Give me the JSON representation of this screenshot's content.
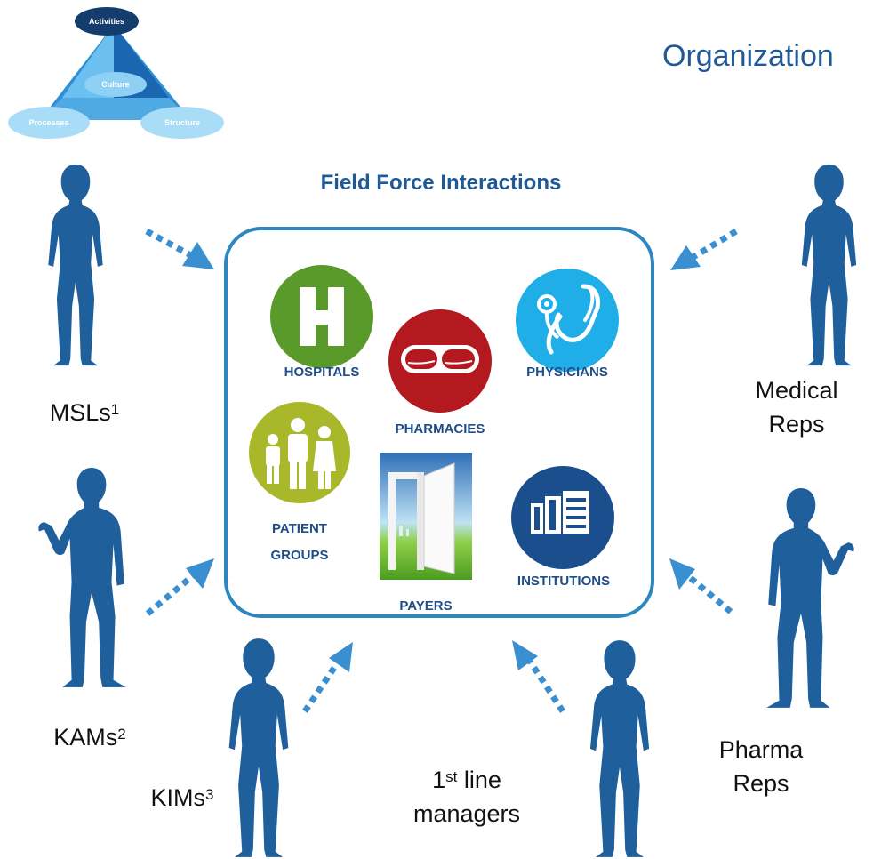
{
  "triangle": {
    "top": "Activities",
    "center": "Culture",
    "left": "Processes",
    "right": "Structure"
  },
  "header": {
    "section": "Organization",
    "title": "Field Force Interactions"
  },
  "roles": {
    "msls": {
      "label": "MSLs",
      "sup": "1"
    },
    "kams": {
      "label": "KAMs",
      "sup": "2"
    },
    "kims": {
      "label": "KIMs",
      "sup": "3"
    },
    "managers": {
      "line1_prefix": "1",
      "line1_sup": "st",
      "line1_suffix": " line",
      "line2": "managers"
    },
    "medical_reps": {
      "line1": "Medical",
      "line2": "Reps"
    },
    "pharma_reps": {
      "line1": "Pharma",
      "line2": "Reps"
    }
  },
  "categories": {
    "hospitals": "HOSPITALS",
    "pharmacies": "PHARMACIES",
    "physicians": "PHYSICIANS",
    "patient_groups_1": "PATIENT",
    "patient_groups_2": "GROUPS",
    "payers": "PAYERS",
    "institutions": "INSTITUTIONS"
  },
  "colors": {
    "primary_blue": "#1f5a96",
    "figure_blue": "#1e5f9c",
    "arrow_blue": "#3a8fd0",
    "hospital_green": "#5a9a2a",
    "pharmacy_red": "#b3191f",
    "physician_cyan": "#20aee8",
    "patient_lime": "#a8b82a",
    "institution_navy": "#1b4e8c"
  }
}
